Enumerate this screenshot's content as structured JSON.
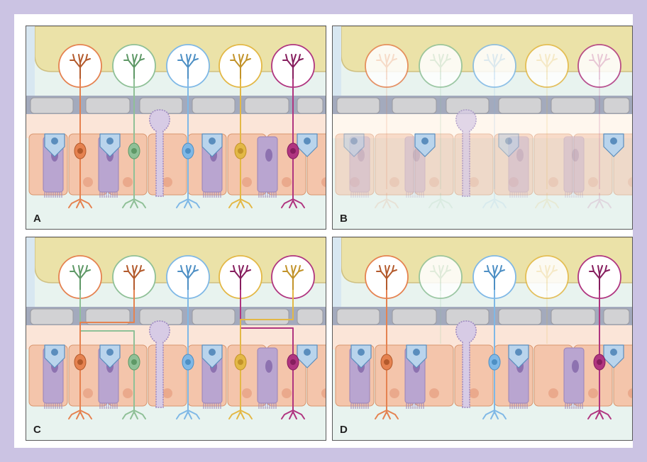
{
  "panels": [
    {
      "label": "A",
      "state": "normal"
    },
    {
      "label": "B",
      "state": "injured"
    },
    {
      "label": "C",
      "state": "miswired"
    },
    {
      "label": "D",
      "state": "partial"
    }
  ],
  "colors": {
    "frame_border": "#cbc3e3",
    "bulb": "#ebe2a8",
    "bulb_edge": "#cfc082",
    "cribriform": "#d2d2d4",
    "cribriform_band": "#a3aabd",
    "lamina": "#fbe5d8",
    "sustentacular": "#f4c5ab",
    "basal": "#eaa98c",
    "supporting_purple": "#b9a5d0",
    "gland": "#d7cbe5",
    "microvillar": "#b9d4ec",
    "mucus": "#e8f3ef",
    "neuron_colors": [
      "#e58250",
      "#8fc097",
      "#7fb8e6",
      "#e3b846",
      "#b03580"
    ]
  }
}
